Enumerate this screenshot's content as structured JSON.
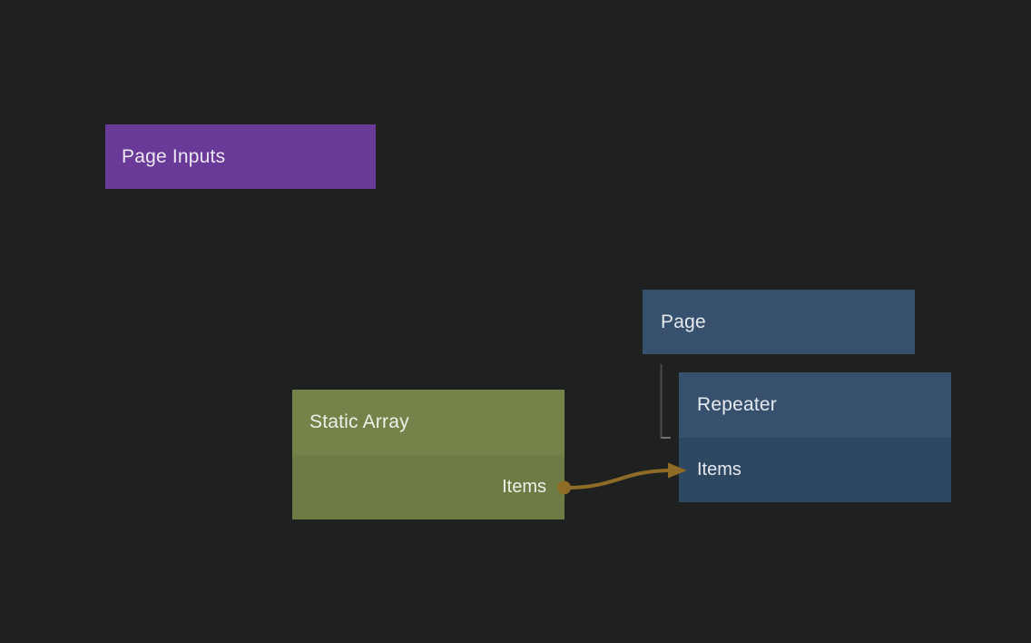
{
  "canvas": {
    "background": "#1f2020"
  },
  "nodes": {
    "page_inputs": {
      "title": "Page Inputs",
      "color": "#693a97",
      "text_color": "#ece8f1"
    },
    "page": {
      "title": "Page",
      "color": "#36506d",
      "text_color": "#e6eaef"
    },
    "static_array": {
      "title": "Static Array",
      "header_color": "#75834a",
      "body_color": "#6d7b44",
      "text_color": "#eef0e9",
      "ports": [
        {
          "label": "Items",
          "direction": "output"
        }
      ]
    },
    "repeater": {
      "title": "Repeater",
      "header_color": "#36506d",
      "body_color": "#2f4862",
      "text_color": "#e6eaef",
      "ports": [
        {
          "label": "Items",
          "direction": "input"
        }
      ]
    }
  },
  "edges": {
    "data_flow": {
      "from_node": "Static Array",
      "from_port": "Items",
      "to_node": "Repeater",
      "to_port": "Items",
      "color": "#8e6b26"
    },
    "hierarchy": {
      "from_node": "Page",
      "to_node": "Repeater",
      "line_color": "#4a4a4c",
      "tick_color": "#727276"
    }
  }
}
